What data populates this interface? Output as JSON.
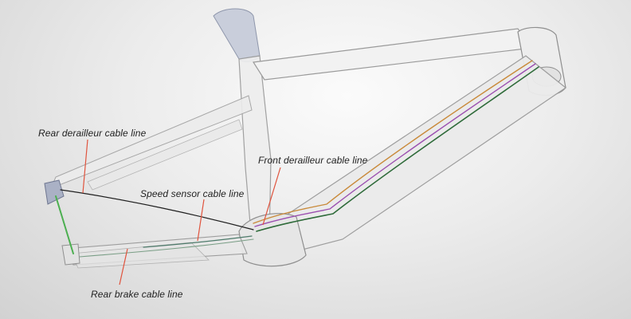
{
  "labels": {
    "rear_derailleur": "Rear derailleur cable line",
    "front_derailleur": "Front derailleur cable line",
    "speed_sensor": "Speed sensor cable line",
    "rear_brake": "Rear brake cable line"
  },
  "colors": {
    "frame_fill": "#eeeeee",
    "frame_edge": "#9a9a9a",
    "leader": "#e0533d",
    "cable_orange": "#c98a3a",
    "cable_purple": "#9b4fb0",
    "cable_green": "#2f6b3a",
    "cable_black": "#202020",
    "brake_hose": "#4caf50",
    "accent_blue": "#9aa4be"
  }
}
